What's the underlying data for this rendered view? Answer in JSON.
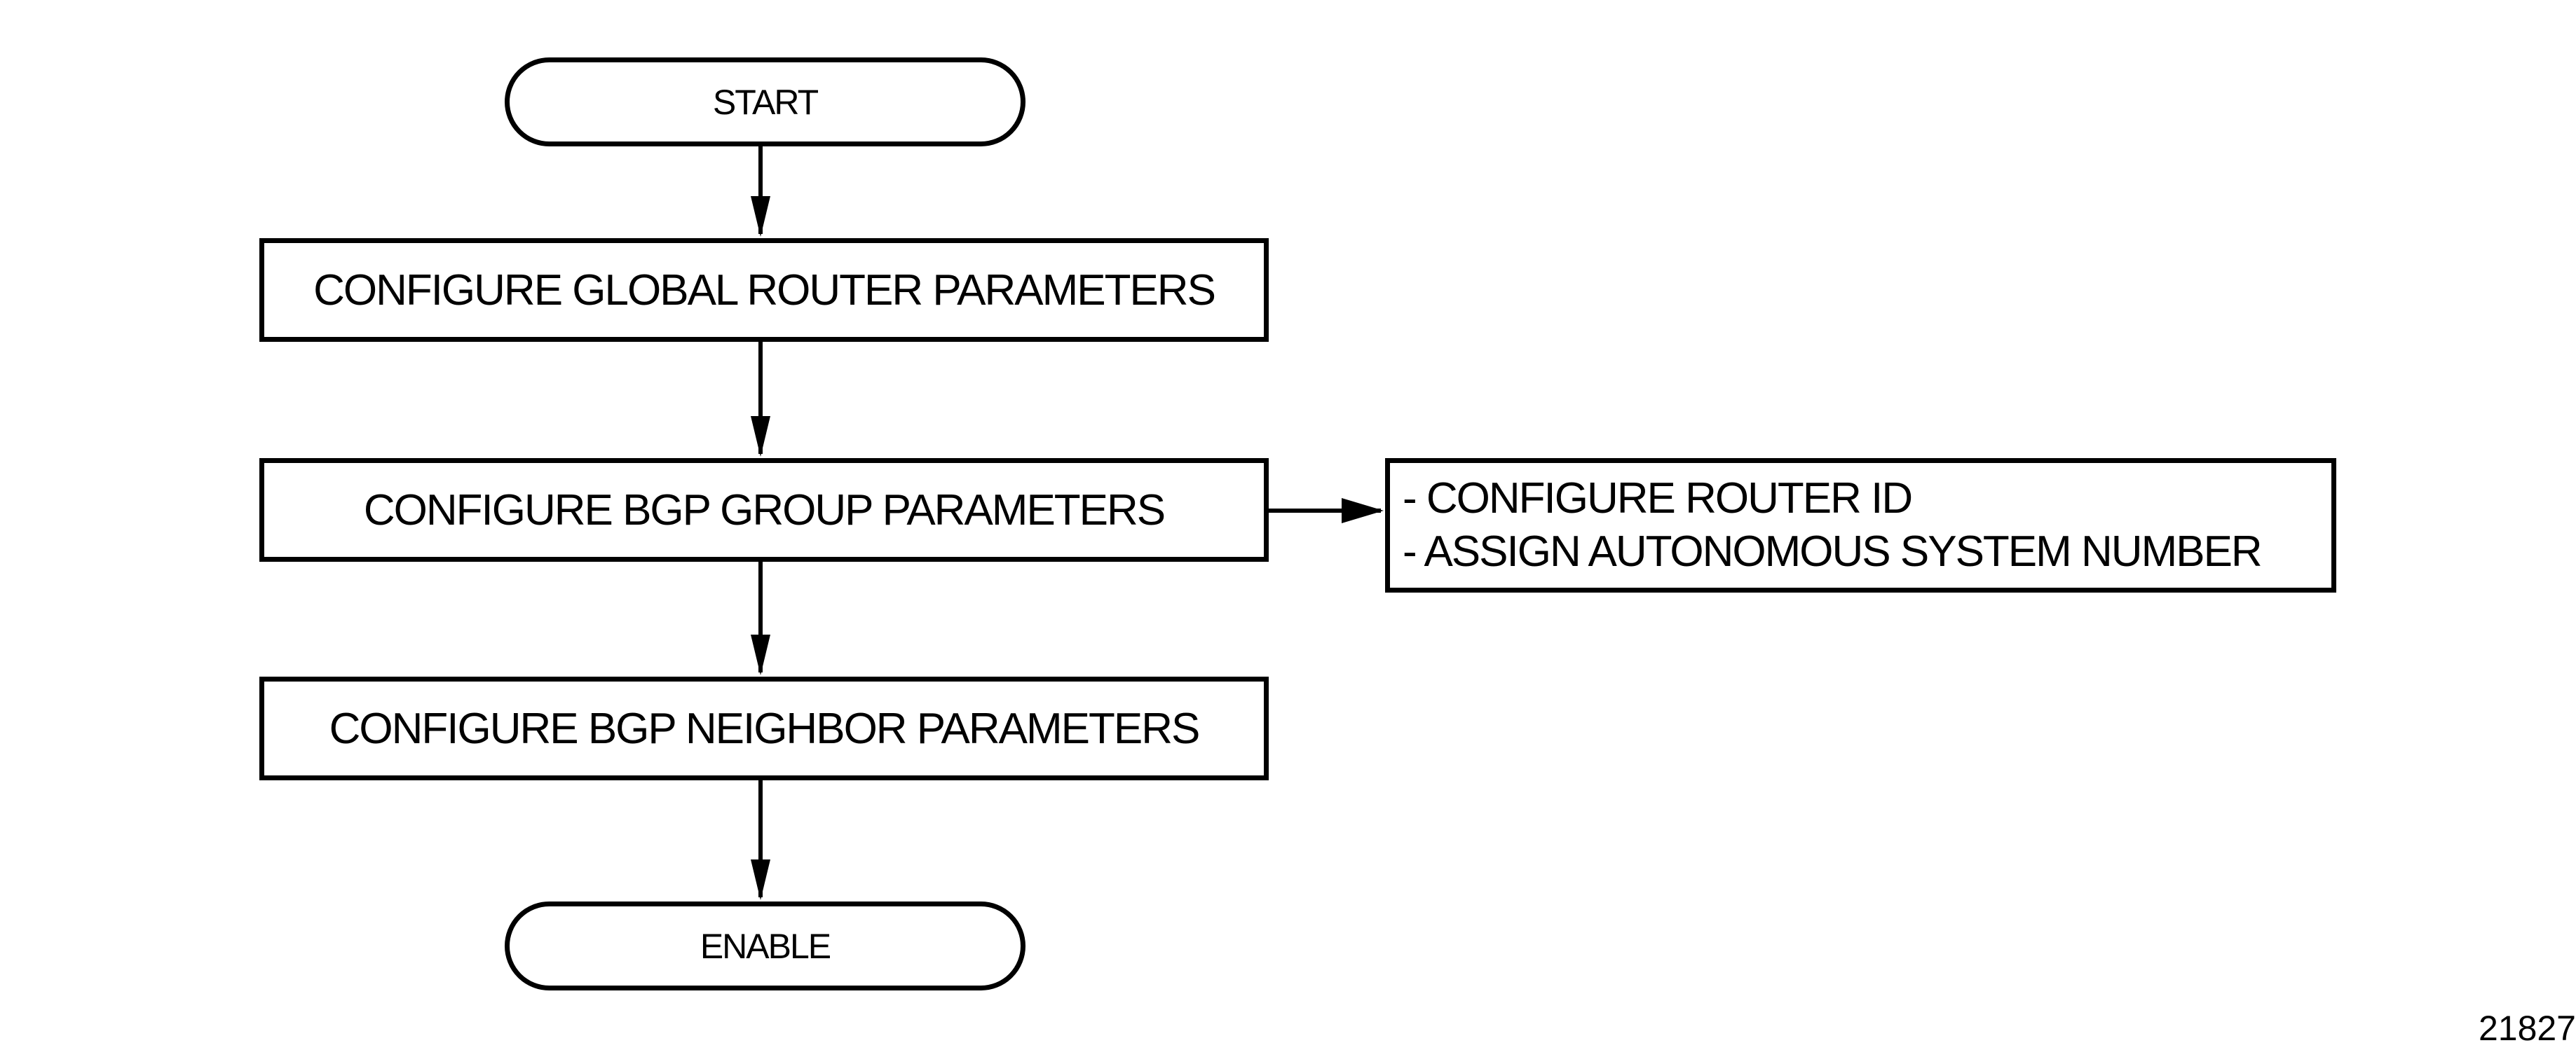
{
  "flowchart": {
    "start": "START",
    "steps": [
      "CONFIGURE GLOBAL ROUTER PARAMETERS",
      "CONFIGURE BGP GROUP PARAMETERS",
      "CONFIGURE BGP NEIGHBOR PARAMETERS"
    ],
    "end": "ENABLE",
    "side_note": {
      "lines": [
        "- CONFIGURE ROUTER ID",
        "- ASSIGN AUTONOMOUS SYSTEM NUMBER"
      ]
    }
  },
  "figure_id": "21827"
}
